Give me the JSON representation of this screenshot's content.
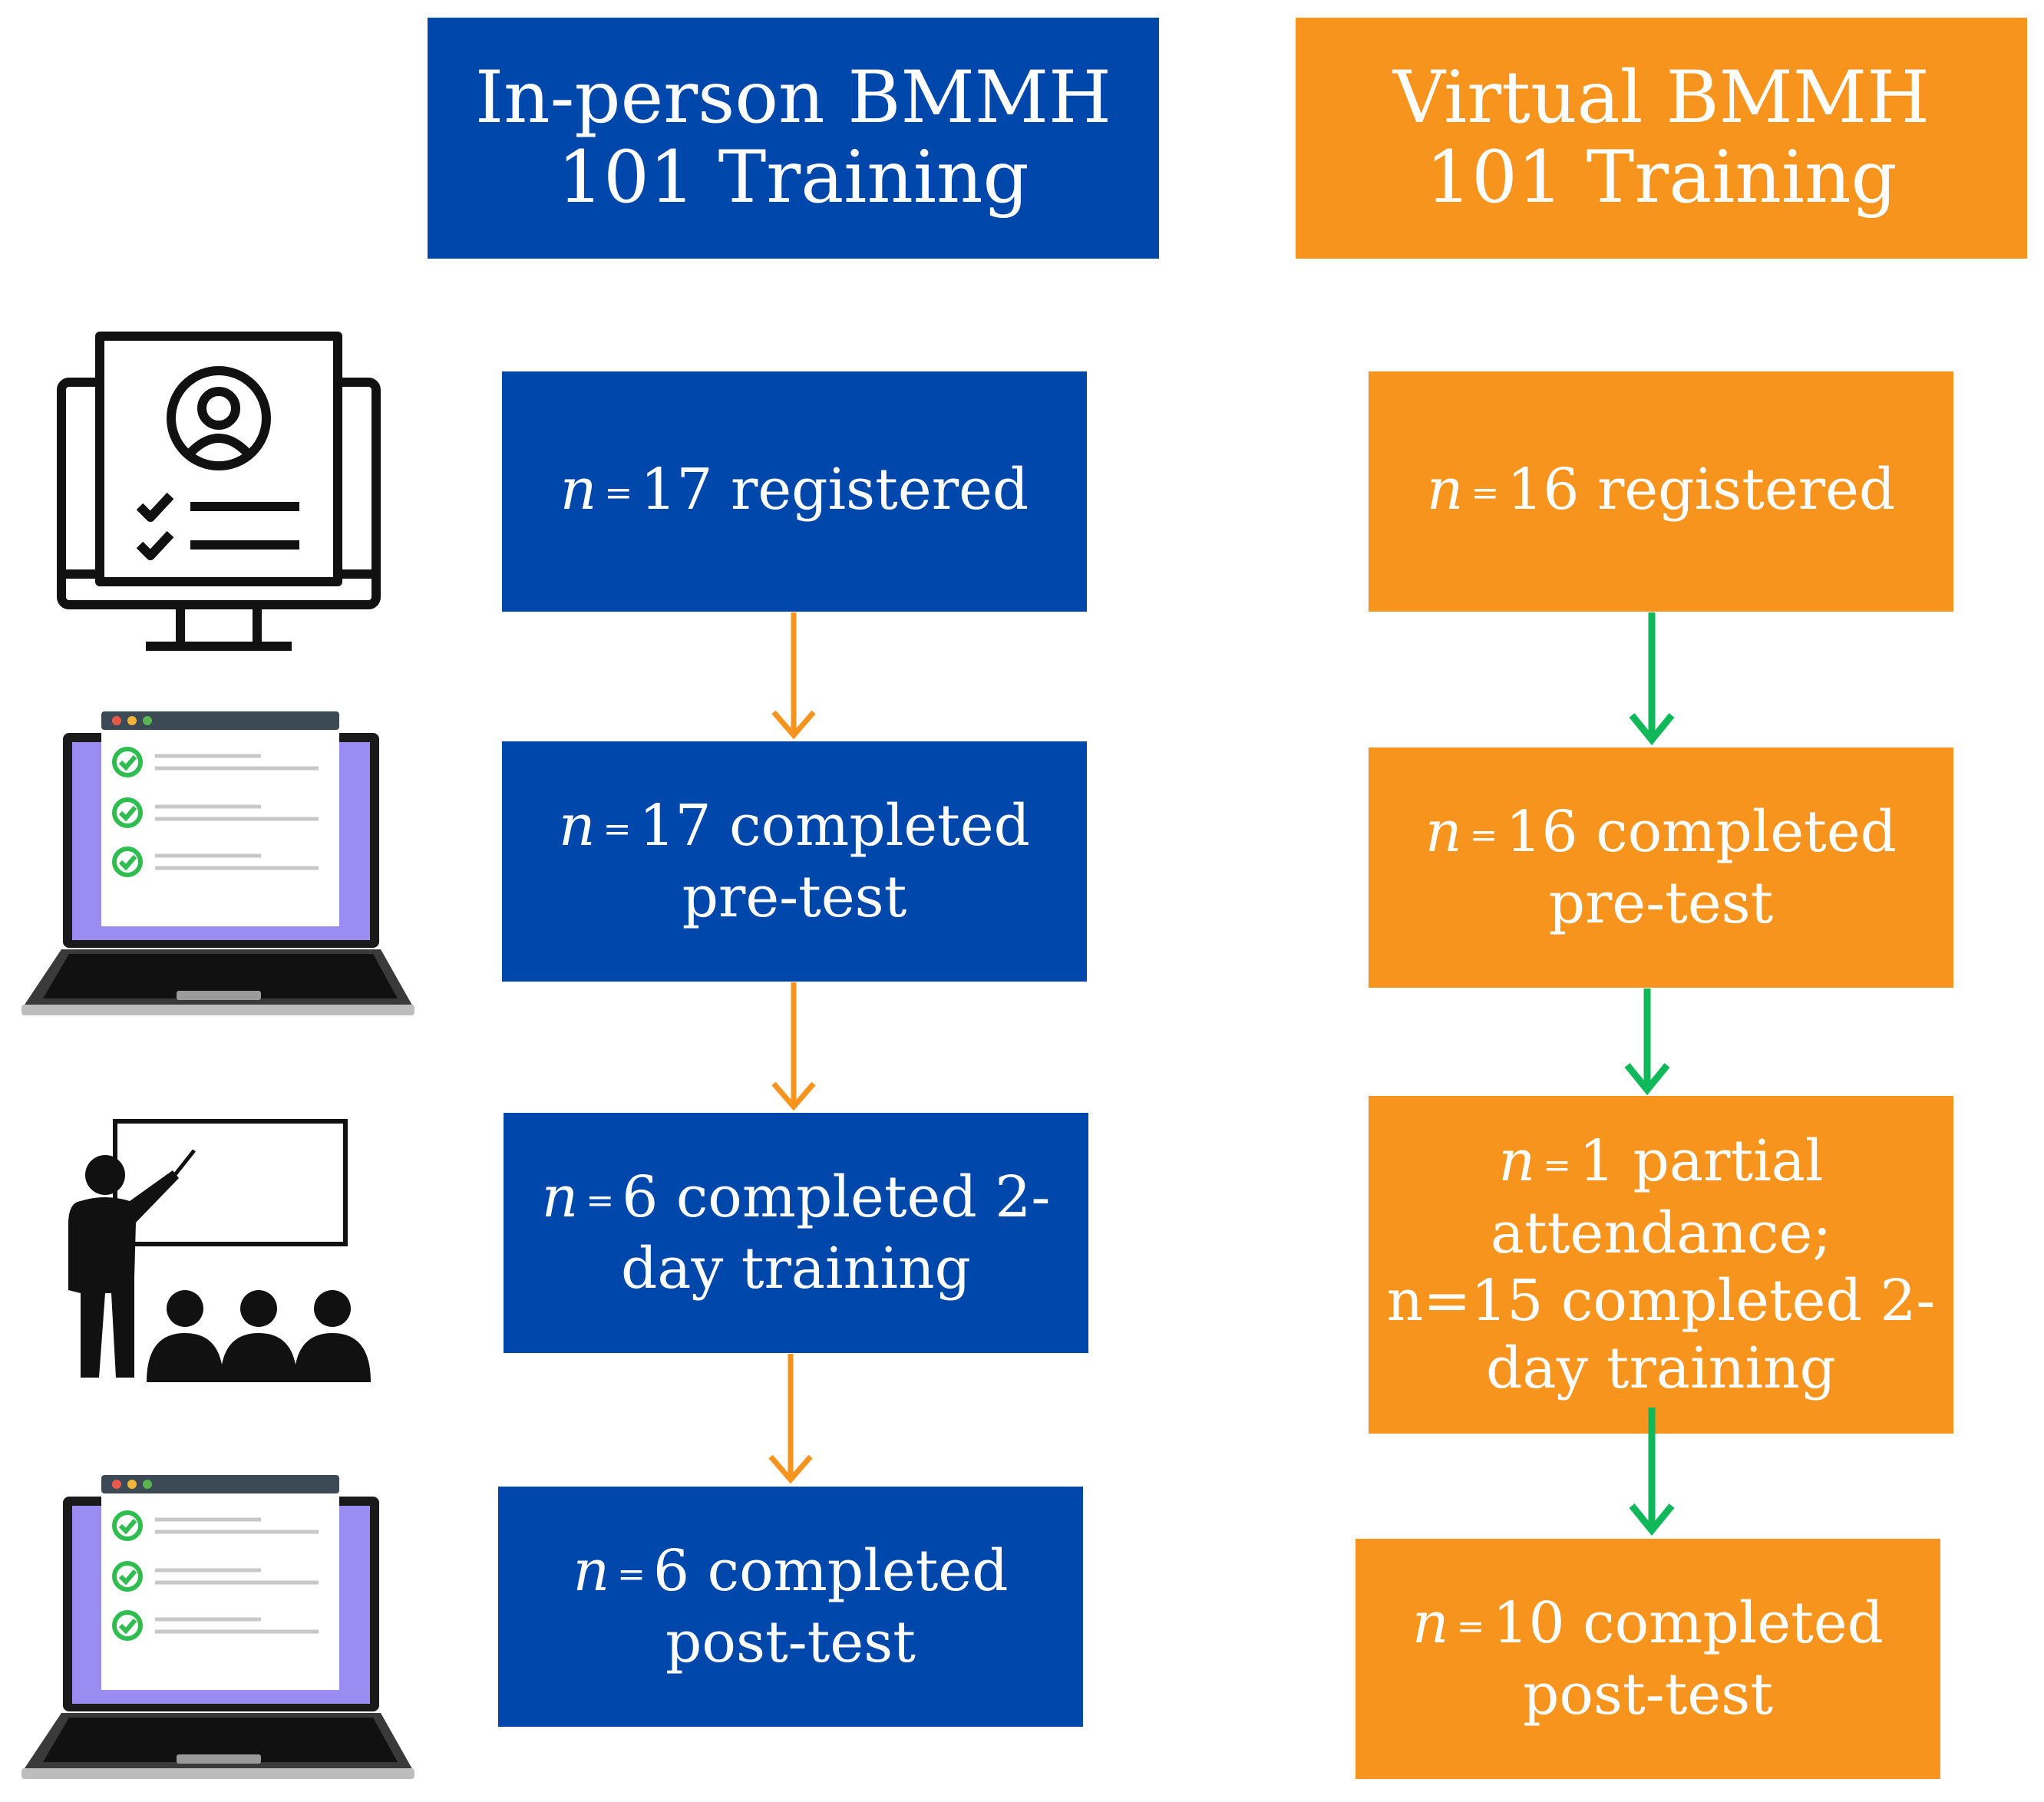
{
  "colors": {
    "blue": "#0047ab",
    "orange": "#f7941d",
    "blue_arrow": "#f7941d",
    "orange_arrow": "#10b859",
    "check": "#2ebd4e",
    "screen": "#9a8cf0"
  },
  "icons": [
    "registration-monitor-icon",
    "pretest-laptop-icon",
    "training-class-icon",
    "posttest-laptop-icon"
  ],
  "columns": {
    "inperson": {
      "title_lines": [
        "In-person BMMH",
        "101 Training"
      ],
      "steps": [
        {
          "n_symbol": "n",
          "eq": "=",
          "lines": [
            "17 registered"
          ]
        },
        {
          "n_symbol": "n",
          "eq": "=",
          "lines": [
            "17 completed",
            "pre-test"
          ]
        },
        {
          "n_symbol": "n",
          "eq": "=",
          "lines": [
            "6 completed 2-",
            "day training"
          ]
        },
        {
          "n_symbol": "n",
          "eq": "=",
          "lines": [
            "6 completed",
            "post-test"
          ]
        }
      ]
    },
    "virtual": {
      "title_lines": [
        "Virtual BMMH",
        "101 Training"
      ],
      "steps": [
        {
          "n_symbol": "n",
          "eq": "=",
          "lines": [
            "16 registered"
          ]
        },
        {
          "n_symbol": "n",
          "eq": "=",
          "lines": [
            "16 completed",
            "pre-test"
          ]
        },
        {
          "n_symbol": "n",
          "eq": "=",
          "lines": [
            "1 partial",
            "attendance;",
            "n=15 completed 2-",
            "day training"
          ]
        },
        {
          "n_symbol": "n",
          "eq": "=",
          "lines": [
            "10 completed",
            "post-test"
          ]
        }
      ]
    }
  }
}
